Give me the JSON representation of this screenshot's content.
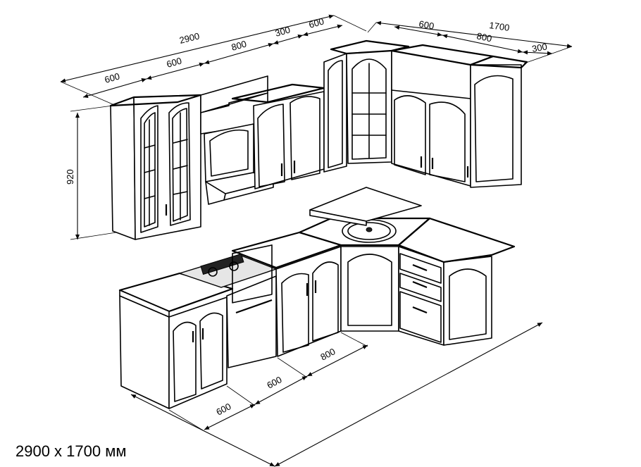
{
  "dimensions": {
    "upper_total_length": "2900",
    "upper_side_length": "1700",
    "upper_left_tall": "600",
    "upper_left_glass": "600",
    "upper_hood": "800",
    "upper_corner_a": "300",
    "upper_corner_b": "600",
    "upper_right_a": "600",
    "upper_right_b": "800",
    "upper_right_c": "300",
    "upper_height": "920",
    "lower_a": "600",
    "lower_b": "600",
    "lower_c": "800"
  },
  "caption": "2900 x 1700 мм"
}
